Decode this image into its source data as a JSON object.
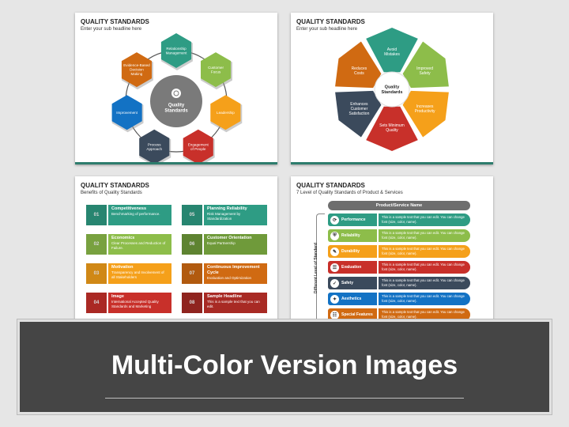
{
  "slide1": {
    "title": "QUALITY STANDARDS",
    "subtitle": "Enter your sub headline here",
    "center": "Quality Standards",
    "nodes": [
      {
        "label": "Relationship Management",
        "color": "#2e9c84"
      },
      {
        "label": "Customer Focus",
        "color": "#8dbd4a"
      },
      {
        "label": "Leadership",
        "color": "#f5a01a"
      },
      {
        "label": "Engagement of People",
        "color": "#c8302a"
      },
      {
        "label": "Process Approach",
        "color": "#3b4a5c"
      },
      {
        "label": "Improvement",
        "color": "#1372c4"
      },
      {
        "label": "Evidence-Based Decision Making",
        "color": "#d06a12"
      }
    ]
  },
  "slide2": {
    "title": "QUALITY STANDARDS",
    "subtitle": "Enter your sub headline here",
    "center": "Quality Standards",
    "segments": [
      {
        "label": "Avoid Mistakes",
        "color": "#2e9c84"
      },
      {
        "label": "Improved Safety",
        "color": "#8dbd4a"
      },
      {
        "label": "Increases Productivity",
        "color": "#f5a01a"
      },
      {
        "label": "Sets Minimum Quality",
        "color": "#c8302a"
      },
      {
        "label": "Enhances Customer Satisfaction",
        "color": "#3b4a5c"
      },
      {
        "label": "Reduces Costs",
        "color": "#d06a12"
      }
    ]
  },
  "slide3": {
    "title": "QUALITY STANDARDS",
    "subtitle": "Benefits of Quality Standards",
    "items": [
      {
        "num": "01",
        "head": "Competitiveness",
        "desc": "Benchmarking of performance.",
        "color": "#2e9c84"
      },
      {
        "num": "02",
        "head": "Economics",
        "desc": "Clear Processes and Reduction of Failure.",
        "color": "#8dbd4a"
      },
      {
        "num": "03",
        "head": "Motivation",
        "desc": "Transparency and Involvement of all Stakeholders",
        "color": "#f5a01a"
      },
      {
        "num": "04",
        "head": "Image",
        "desc": "International Accepted Quality Standards and Marketing",
        "color": "#c8302a"
      },
      {
        "num": "05",
        "head": "Planning Reliability",
        "desc": "Risk Management by Standardization",
        "color": "#2e9c84"
      },
      {
        "num": "06",
        "head": "Customer Orientation",
        "desc": "Equal Partnership",
        "color": "#6f9a3a"
      },
      {
        "num": "07",
        "head": "Continuous Improvement Cycle",
        "desc": "Evaluation and Optimization",
        "color": "#d06a12"
      },
      {
        "num": "08",
        "head": "Sample Headline",
        "desc": "This is a sample text that you can edit.",
        "color": "#a82a24"
      }
    ]
  },
  "slide4": {
    "title": "QUALITY STANDARDS",
    "subtitle": "7 Level of Quality Standards of Product & Services",
    "header": "Product/Service Name",
    "side_label": "Different Level of Standard",
    "rows": [
      {
        "label": "Performance",
        "text": "This is a sample text that you can edit. You can change font (size, color, name).",
        "color": "#2e9c84",
        "icon": "gauge-icon",
        "glyph": "⟳"
      },
      {
        "label": "Reliability",
        "text": "This is a sample text that you can edit. You can change font (size, color, name).",
        "color": "#8dbd4a",
        "icon": "shield-icon",
        "glyph": "⛨"
      },
      {
        "label": "Durability",
        "text": "This is a sample text that you can edit. You can change font (size, color, name).",
        "color": "#f5a01a",
        "icon": "wrench-icon",
        "glyph": "✎"
      },
      {
        "label": "Evaluation",
        "text": "This is a sample text that you can edit. You can change font (size, color, name).",
        "color": "#c8302a",
        "icon": "clipboard-icon",
        "glyph": "☰"
      },
      {
        "label": "Safety",
        "text": "This is a sample text that you can edit. You can change font (size, color, name).",
        "color": "#3b4a5c",
        "icon": "safety-shield-icon",
        "glyph": "✓"
      },
      {
        "label": "Aesthetics",
        "text": "This is a sample text that you can edit. You can change font (size, color, name).",
        "color": "#1372c4",
        "icon": "palette-icon",
        "glyph": "✦"
      },
      {
        "label": "Special Features",
        "text": "This is a sample text that you can edit. You can change font (size, color, name).",
        "color": "#d06a12",
        "icon": "list-icon",
        "glyph": "☷"
      }
    ]
  },
  "banner": {
    "title": "Multi-Color Version Images"
  }
}
